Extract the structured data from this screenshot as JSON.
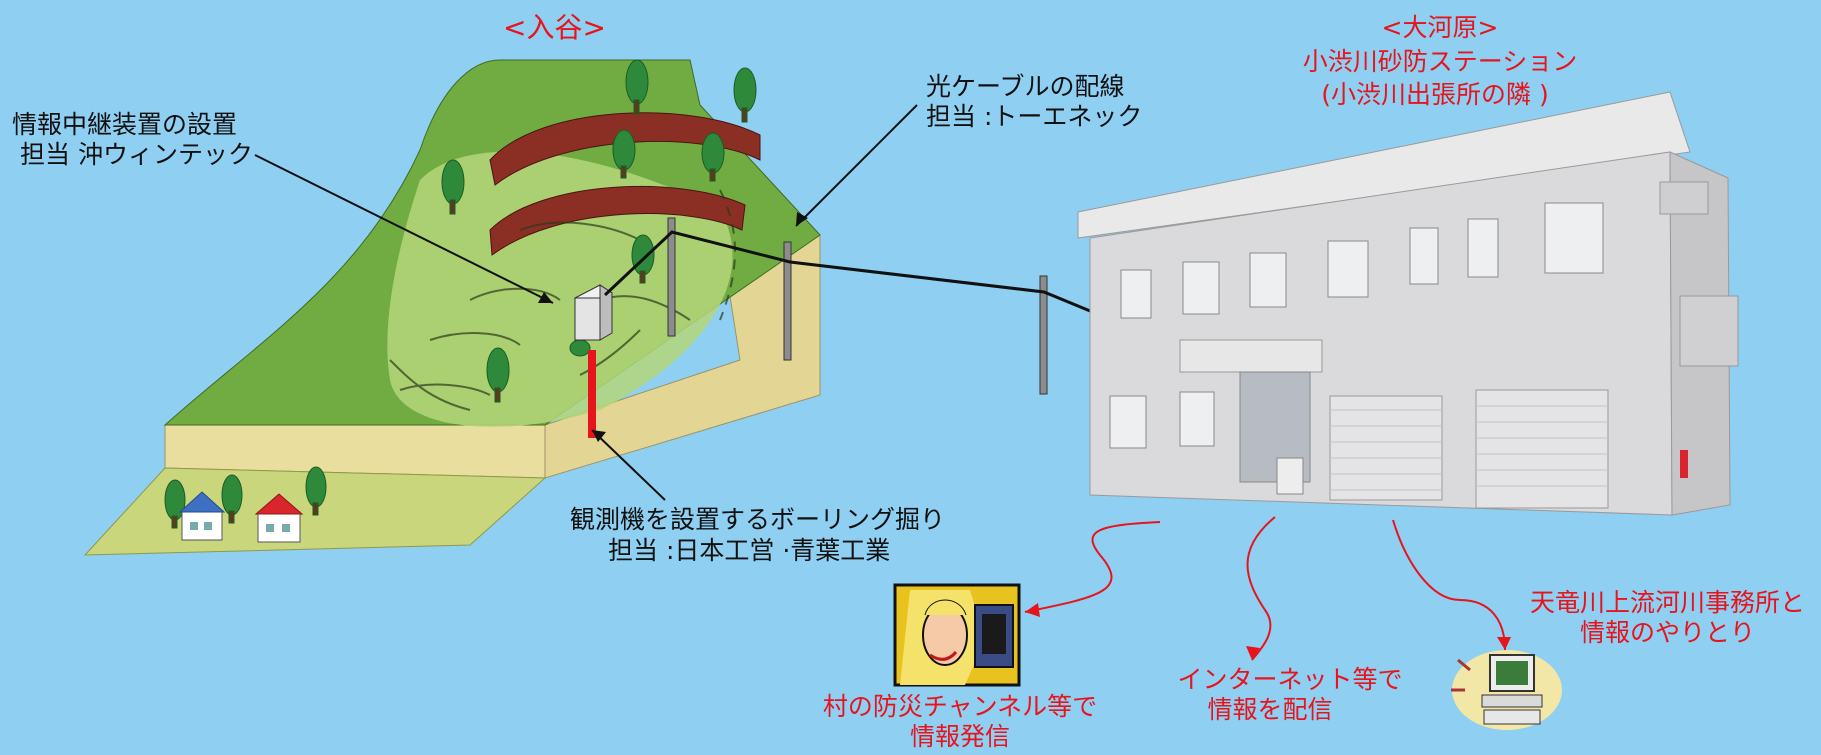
{
  "left_site": {
    "title": "<入谷>",
    "relay_device": {
      "line1": "情報中継装置の設置",
      "line2": "担当 沖ウィンテック"
    },
    "fiber_cable": {
      "line1": "光ケーブルの配線",
      "line2": "担当 :トーエネック"
    },
    "boring": {
      "line1": "観測機を設置するボーリング掘り",
      "line2": "担当 :日本工営 ·青葉工業"
    }
  },
  "right_site": {
    "title_line1": "<大河原>",
    "title_line2": "小渋川砂防ステーション",
    "title_line3": "(小渋川出張所の隣 )"
  },
  "outputs": {
    "village_radio": {
      "line1": "村の防災チャンネル等で",
      "line2": "情報発信"
    },
    "internet": {
      "line1": "インターネット等で",
      "line2": "情報を配信"
    },
    "tenryu_office": {
      "line1": "天竜川上流河川事務所と",
      "line2": "情報のやりとり"
    }
  },
  "colors": {
    "background": "#8ECFF2",
    "highlight_red": "#E8141C",
    "terrain_green": "#6DA73E",
    "soil_tan": "#E6DB98",
    "landslide_brown": "#8B2F25",
    "building_wall": "#D9D9DB"
  },
  "icons": [
    "relay-box-icon",
    "pole-icon",
    "tree-icon",
    "house-icon",
    "woman-at-computer-icon",
    "computer-icon"
  ]
}
